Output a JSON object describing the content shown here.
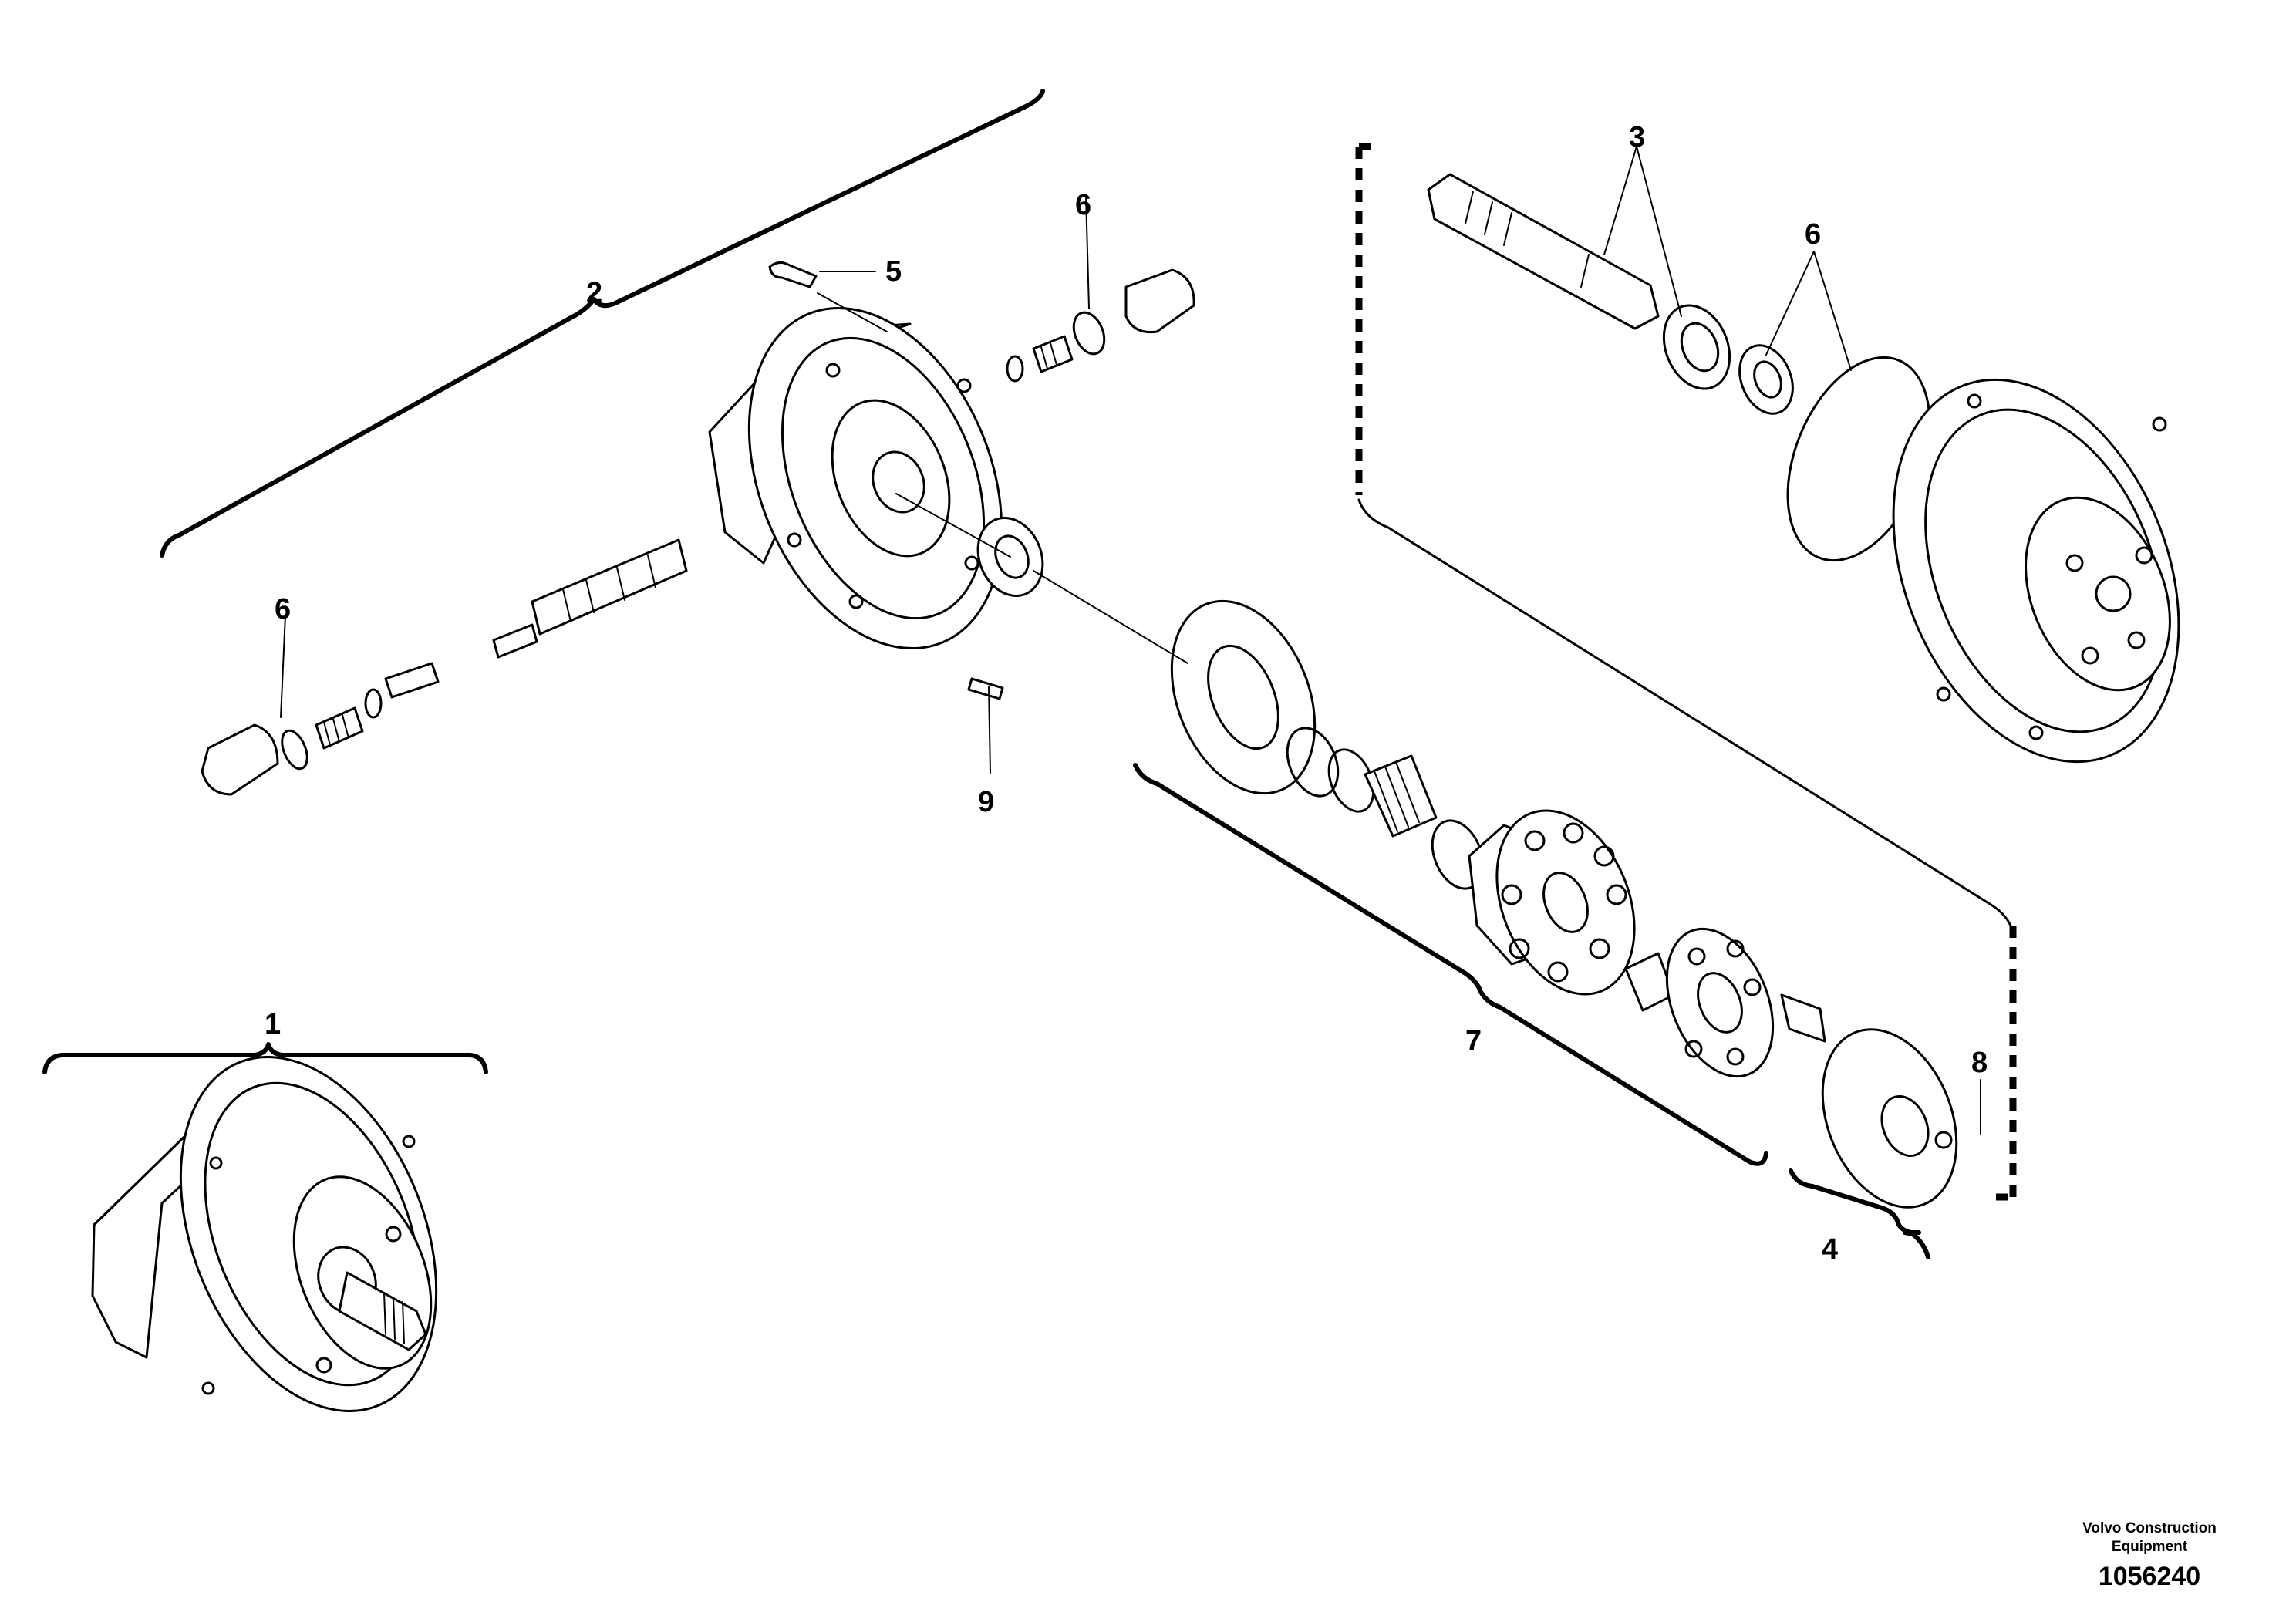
{
  "diagram": {
    "callouts": [
      "1",
      "2",
      "3",
      "4",
      "5",
      "6",
      "6",
      "6",
      "7",
      "8",
      "9"
    ]
  },
  "credit": {
    "company": "Volvo Construction Equipment",
    "doc_number": "1056240"
  }
}
